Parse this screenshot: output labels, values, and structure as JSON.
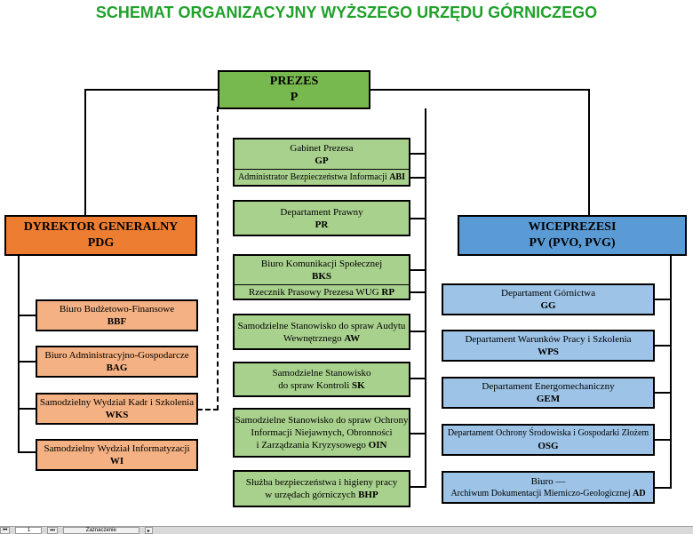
{
  "title": "SCHEMAT ORGANIZACYJNY WYŻSZEGO URZĘDU GÓRNICZEGO",
  "prezes": {
    "name": "PREZES",
    "code": "P"
  },
  "dyrektor": {
    "name": "DYREKTOR GENERALNY",
    "code": "PDG"
  },
  "wiceprezesi": {
    "name": "WICEPREZESI",
    "code": "PV (PVO, PVG)"
  },
  "center": {
    "gabinet": {
      "name": "Gabinet Prezesa",
      "code": "GP"
    },
    "abi": {
      "name": "Administrator Bezpieczeństwa Informacji",
      "code": "ABI"
    },
    "prawny": {
      "name": "Departament Prawny",
      "code": "PR"
    },
    "bks": {
      "name": "Biuro Komunikacji Społecznej",
      "code": "BKS"
    },
    "rp": {
      "name": "Rzecznik Prasowy Prezesa WUG",
      "code": "RP"
    },
    "aw": {
      "line1": "Samodzielne Stanowisko do spraw Audytu",
      "line2": "Wewnętrznego",
      "code": "AW"
    },
    "sk": {
      "line1": "Samodzielne Stanowisko",
      "line2": "do spraw Kontroli",
      "code": "SK"
    },
    "oin": {
      "line1": "Samodzielne Stanowisko do spraw Ochrony",
      "line2": "Informacji Niejawnych, Obronności",
      "line3": "i Zarządzania Kryzysowego",
      "code": "OIN"
    },
    "bhp": {
      "line1": "Służba bezpieczeństwa i higieny pracy",
      "line2": "w urzędach górniczych",
      "code": "BHP"
    }
  },
  "left": [
    {
      "name": "Biuro Budżetowo-Finansowe",
      "code": "BBF"
    },
    {
      "name": "Biuro Administracyjno-Gospodarcze",
      "code": "BAG"
    },
    {
      "name": "Samodzielny Wydział Kadr i Szkolenia",
      "code": "WKS"
    },
    {
      "name": "Samodzielny Wydział Informatyzacji",
      "code": "WI"
    }
  ],
  "right": [
    {
      "name": "Departament Górnictwa",
      "code": "GG"
    },
    {
      "name": "Departament Warunków Pracy i Szkolenia",
      "code": "WPS"
    },
    {
      "name": "Departament Energomechaniczny",
      "code": "GEM"
    },
    {
      "name": "Departament Ochrony Środowiska i Gospodarki Złożem",
      "code": "OSG"
    },
    {
      "line1": "Biuro —",
      "line2": "Archiwum Dokumentacji Mierniczo-Geologicznej",
      "code": "AD"
    }
  ],
  "statusbar": {
    "page_label": "1",
    "zoom_label": "Zaznaczenie"
  },
  "colors": {
    "title": "#1fa12a",
    "prezes": "#77b94e",
    "center": "#a9d18e",
    "dyrektor": "#ed7d31",
    "left": "#f4b183",
    "wiceprezesi": "#5b9bd5",
    "right": "#9dc3e6"
  }
}
